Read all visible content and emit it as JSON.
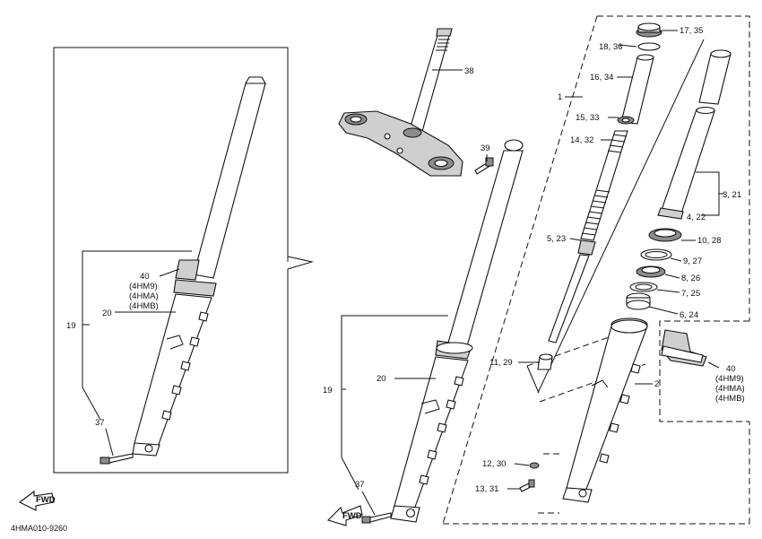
{
  "labels": {
    "l38": "38",
    "l39": "39",
    "l1735": "17, 35",
    "l1836": "18, 36",
    "l1": "1",
    "l1634": "16, 34",
    "l1533": "15, 33",
    "l1432": "14, 32",
    "l321": "3, 21",
    "l422": "4, 22",
    "l523": "5, 23",
    "l1028": "10, 28",
    "l927": "9, 27",
    "l826": "8, 26",
    "l725": "7, 25",
    "l624": "6, 24",
    "l1129": "11, 29",
    "l2": "2",
    "l40r": "40",
    "l4hm9r": "(4HM9)",
    "l4hmar": "(4HMA)",
    "l4hmbr": "(4HMB)",
    "l1230": "12, 30",
    "l1331": "13, 31",
    "l19m": "19",
    "l20m": "20",
    "l37m": "37",
    "l40l": "40",
    "l4hm9l": "(4HM9)",
    "l4hmal": "(4HMA)",
    "l4hmbl": "(4HMB)",
    "l19l": "19",
    "l20l": "20",
    "l37l": "37",
    "code": "4HMA010-9260",
    "fwd1": "FWD",
    "fwd2": "FWD"
  },
  "icons": [
    "fwd-arrow-icon",
    "fwd-arrow-icon"
  ]
}
